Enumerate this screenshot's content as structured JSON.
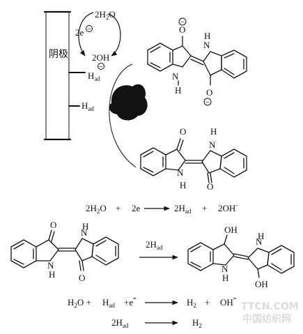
{
  "electrode": {
    "label": "阴极",
    "h_ad_label_1": "H",
    "h_ad_label_1_sub": "ad",
    "h_ad_label_2": "H",
    "h_ad_label_2_sub": "ad"
  },
  "cycle": {
    "electrons": "2e",
    "water": "2H",
    "water_sub": "2",
    "water_tail": "O",
    "hydroxide": "2OH",
    "minus": "−"
  },
  "molecule_atoms": {
    "o": "O",
    "n": "N",
    "h": "H",
    "oh": "OH"
  },
  "equation_1": {
    "lhs_a": "2H",
    "lhs_a_sub": "2",
    "lhs_a_tail": "O",
    "plus_1": "+",
    "lhs_b": "2e",
    "rhs_a": "2H",
    "rhs_a_sub": "ad",
    "plus_2": "+",
    "rhs_b": "2OH",
    "rhs_b_sup": "-"
  },
  "equation_2": {
    "reagent": "2H",
    "reagent_sub": "ad"
  },
  "equation_3": {
    "lhs_a": "H",
    "lhs_a_sub": "2",
    "lhs_a_tail": "O +",
    "lhs_b": "H",
    "lhs_b_sub": "ad",
    "lhs_c": "+e",
    "lhs_c_sup": "-",
    "rhs_a": "H",
    "rhs_a_sub": "2",
    "plus": "+",
    "rhs_b": "OH",
    "rhs_b_sup": "-"
  },
  "equation_4": {
    "lhs": "2H",
    "lhs_sub": "ad",
    "rhs": "H",
    "rhs_sub": "2"
  },
  "watermark": {
    "line1": "TTCN.COM",
    "line2": "中国纺织网"
  }
}
